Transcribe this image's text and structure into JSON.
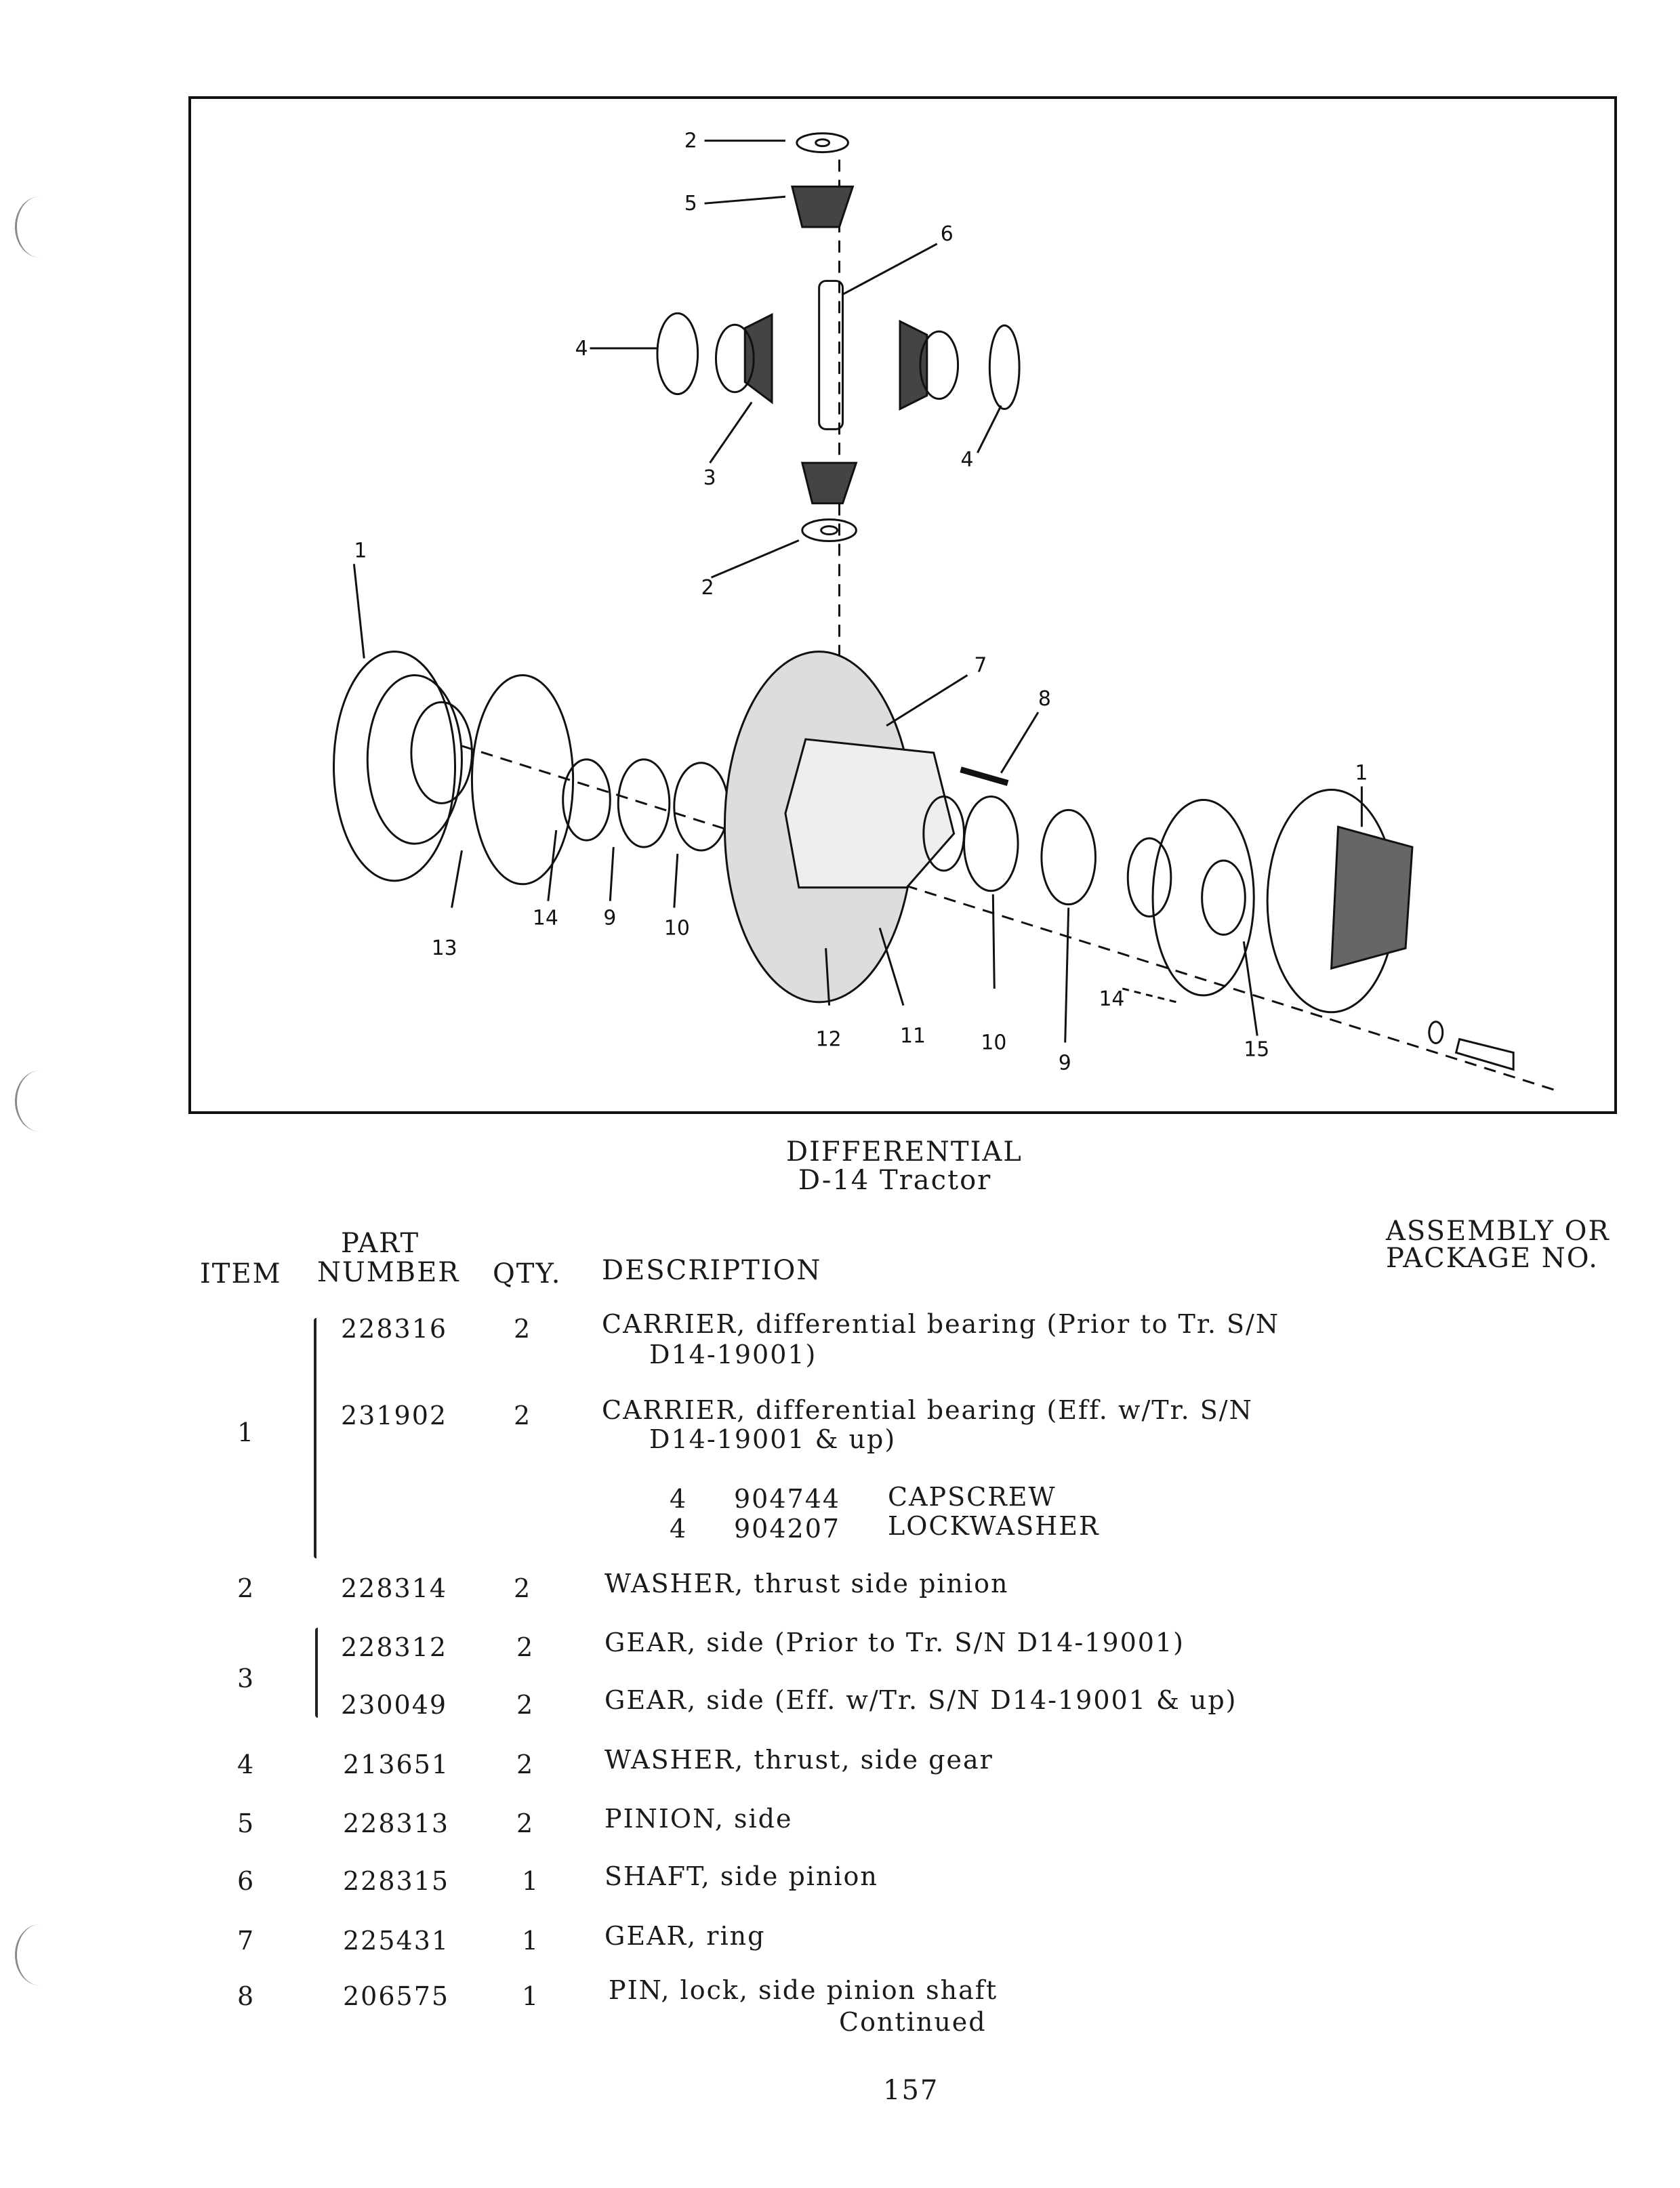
{
  "figure": {
    "callouts": [
      "1",
      "1",
      "2",
      "2",
      "3",
      "4",
      "4",
      "5",
      "6",
      "7",
      "8",
      "9",
      "9",
      "10",
      "10",
      "11",
      "12",
      "13",
      "14",
      "14",
      "15"
    ],
    "caption_title": "DIFFERENTIAL",
    "caption_subtitle": "D-14 Tractor"
  },
  "table": {
    "headers": {
      "item": "ITEM",
      "part_top": "PART",
      "part_bottom": "NUMBER",
      "qty": "QTY.",
      "description": "DESCRIPTION",
      "assembly_top": "ASSEMBLY OR",
      "assembly_bottom": "PACKAGE NO."
    },
    "rows": [
      {
        "item": "1",
        "part": "228316",
        "qty": "2",
        "desc": "CARRIER, differential bearing (Prior to Tr. S/N",
        "desc2": "D14-19001)"
      },
      {
        "item": "",
        "part": "231902",
        "qty": "2",
        "desc": "CARRIER, differential bearing (Eff. w/Tr. S/N",
        "desc2": "D14-19001 & up)"
      },
      {
        "item": "2",
        "part": "228314",
        "qty": "2",
        "desc": "WASHER, thrust side pinion"
      },
      {
        "item": "3",
        "part": "228312",
        "qty": "2",
        "desc": "GEAR, side (Prior to Tr. S/N D14-19001)"
      },
      {
        "item": "",
        "part": "230049",
        "qty": "2",
        "desc": "GEAR, side (Eff. w/Tr. S/N D14-19001 & up)"
      },
      {
        "item": "4",
        "part": "213651",
        "qty": "2",
        "desc": "WASHER, thrust, side gear"
      },
      {
        "item": "5",
        "part": "228313",
        "qty": "2",
        "desc": "PINION, side"
      },
      {
        "item": "6",
        "part": "228315",
        "qty": "1",
        "desc": "SHAFT, side pinion"
      },
      {
        "item": "7",
        "part": "225431",
        "qty": "1",
        "desc": "GEAR, ring"
      },
      {
        "item": "8",
        "part": "206575",
        "qty": "1",
        "desc": "PIN, lock, side pinion shaft"
      }
    ],
    "sub_parts": [
      {
        "qty": "4",
        "part": "904744",
        "name": "CAPSCREW"
      },
      {
        "qty": "4",
        "part": "904207",
        "name": "LOCKWASHER"
      }
    ],
    "continued": "Continued"
  },
  "page_number": "157"
}
